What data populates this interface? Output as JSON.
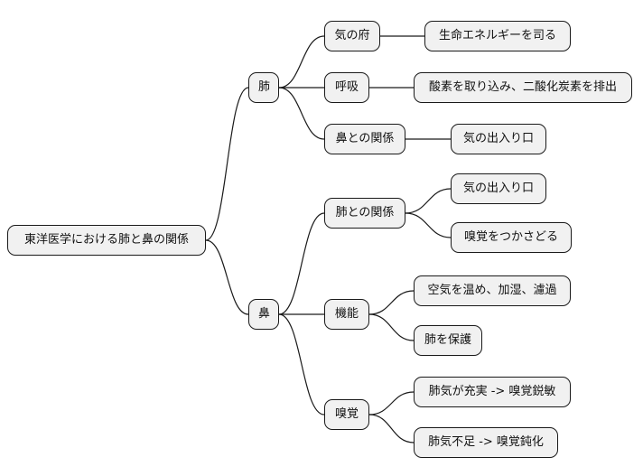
{
  "root": {
    "label": "東洋医学における肺と鼻の関係"
  },
  "lung": {
    "label": "肺",
    "children": [
      {
        "label": "気の府",
        "children": [
          {
            "label": "生命エネルギーを司る"
          }
        ]
      },
      {
        "label": "呼吸",
        "children": [
          {
            "label": "酸素を取り込み、二酸化炭素を排出"
          }
        ]
      },
      {
        "label": "鼻との関係",
        "children": [
          {
            "label": "気の出入り口"
          }
        ]
      }
    ]
  },
  "nose": {
    "label": "鼻",
    "children": [
      {
        "label": "肺との関係",
        "children": [
          {
            "label": "気の出入り口"
          },
          {
            "label": "嗅覚をつかさどる"
          }
        ]
      },
      {
        "label": "機能",
        "children": [
          {
            "label": "空気を温め、加湿、濾過"
          },
          {
            "label": "肺を保護"
          }
        ]
      },
      {
        "label": "嗅覚",
        "children": [
          {
            "label": "肺気が充実 -> 嗅覚鋭敏"
          },
          {
            "label": "肺気不足 -> 嗅覚鈍化"
          }
        ]
      }
    ]
  }
}
